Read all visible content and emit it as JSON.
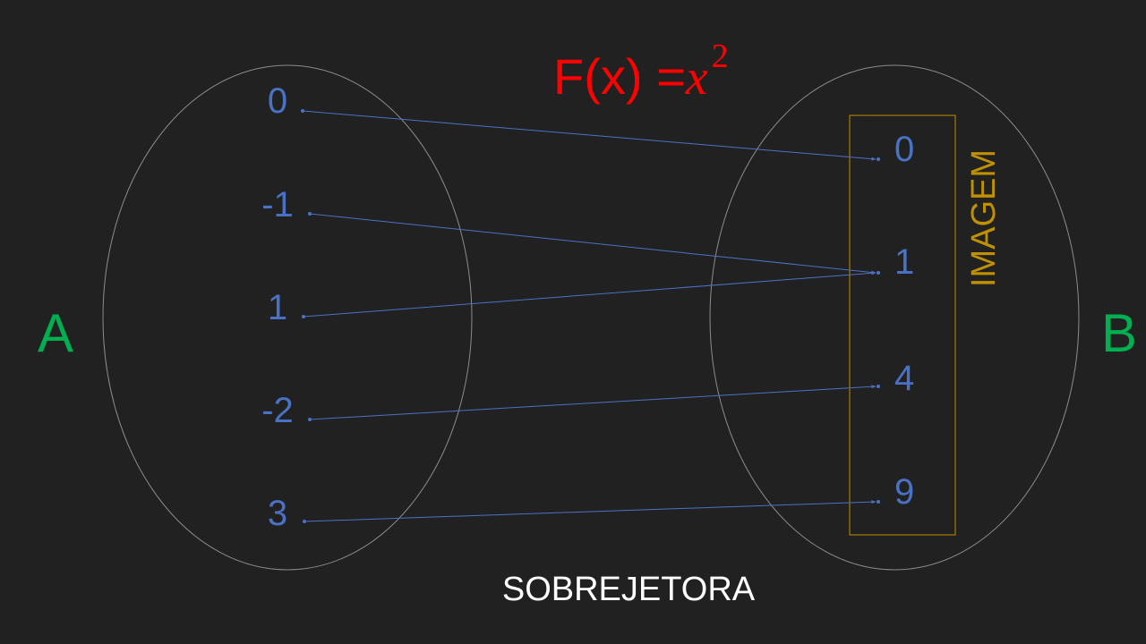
{
  "formula": {
    "prefix": "F(x) =",
    "variable": "x",
    "exponent": "2"
  },
  "set_a": {
    "label": "A",
    "elements": [
      "0",
      "-1",
      "1",
      "-2",
      "3"
    ]
  },
  "set_b": {
    "label": "B",
    "elements": [
      "0",
      "1",
      "4",
      "9"
    ]
  },
  "image_box": {
    "label": "IMAGEM"
  },
  "mapping": [
    {
      "from": "0",
      "to": "0"
    },
    {
      "from": "-1",
      "to": "1"
    },
    {
      "from": "1",
      "to": "1"
    },
    {
      "from": "-2",
      "to": "4"
    },
    {
      "from": "3",
      "to": "9"
    }
  ],
  "caption": "SOBREJETORA",
  "colors": {
    "background": "#212121",
    "numbers": "#4a72c4",
    "set_labels": "#00b050",
    "formula": "#ff0000",
    "image_box": "#bf9000",
    "caption": "#ffffff",
    "ellipse_stroke": "#8c8c8c"
  }
}
